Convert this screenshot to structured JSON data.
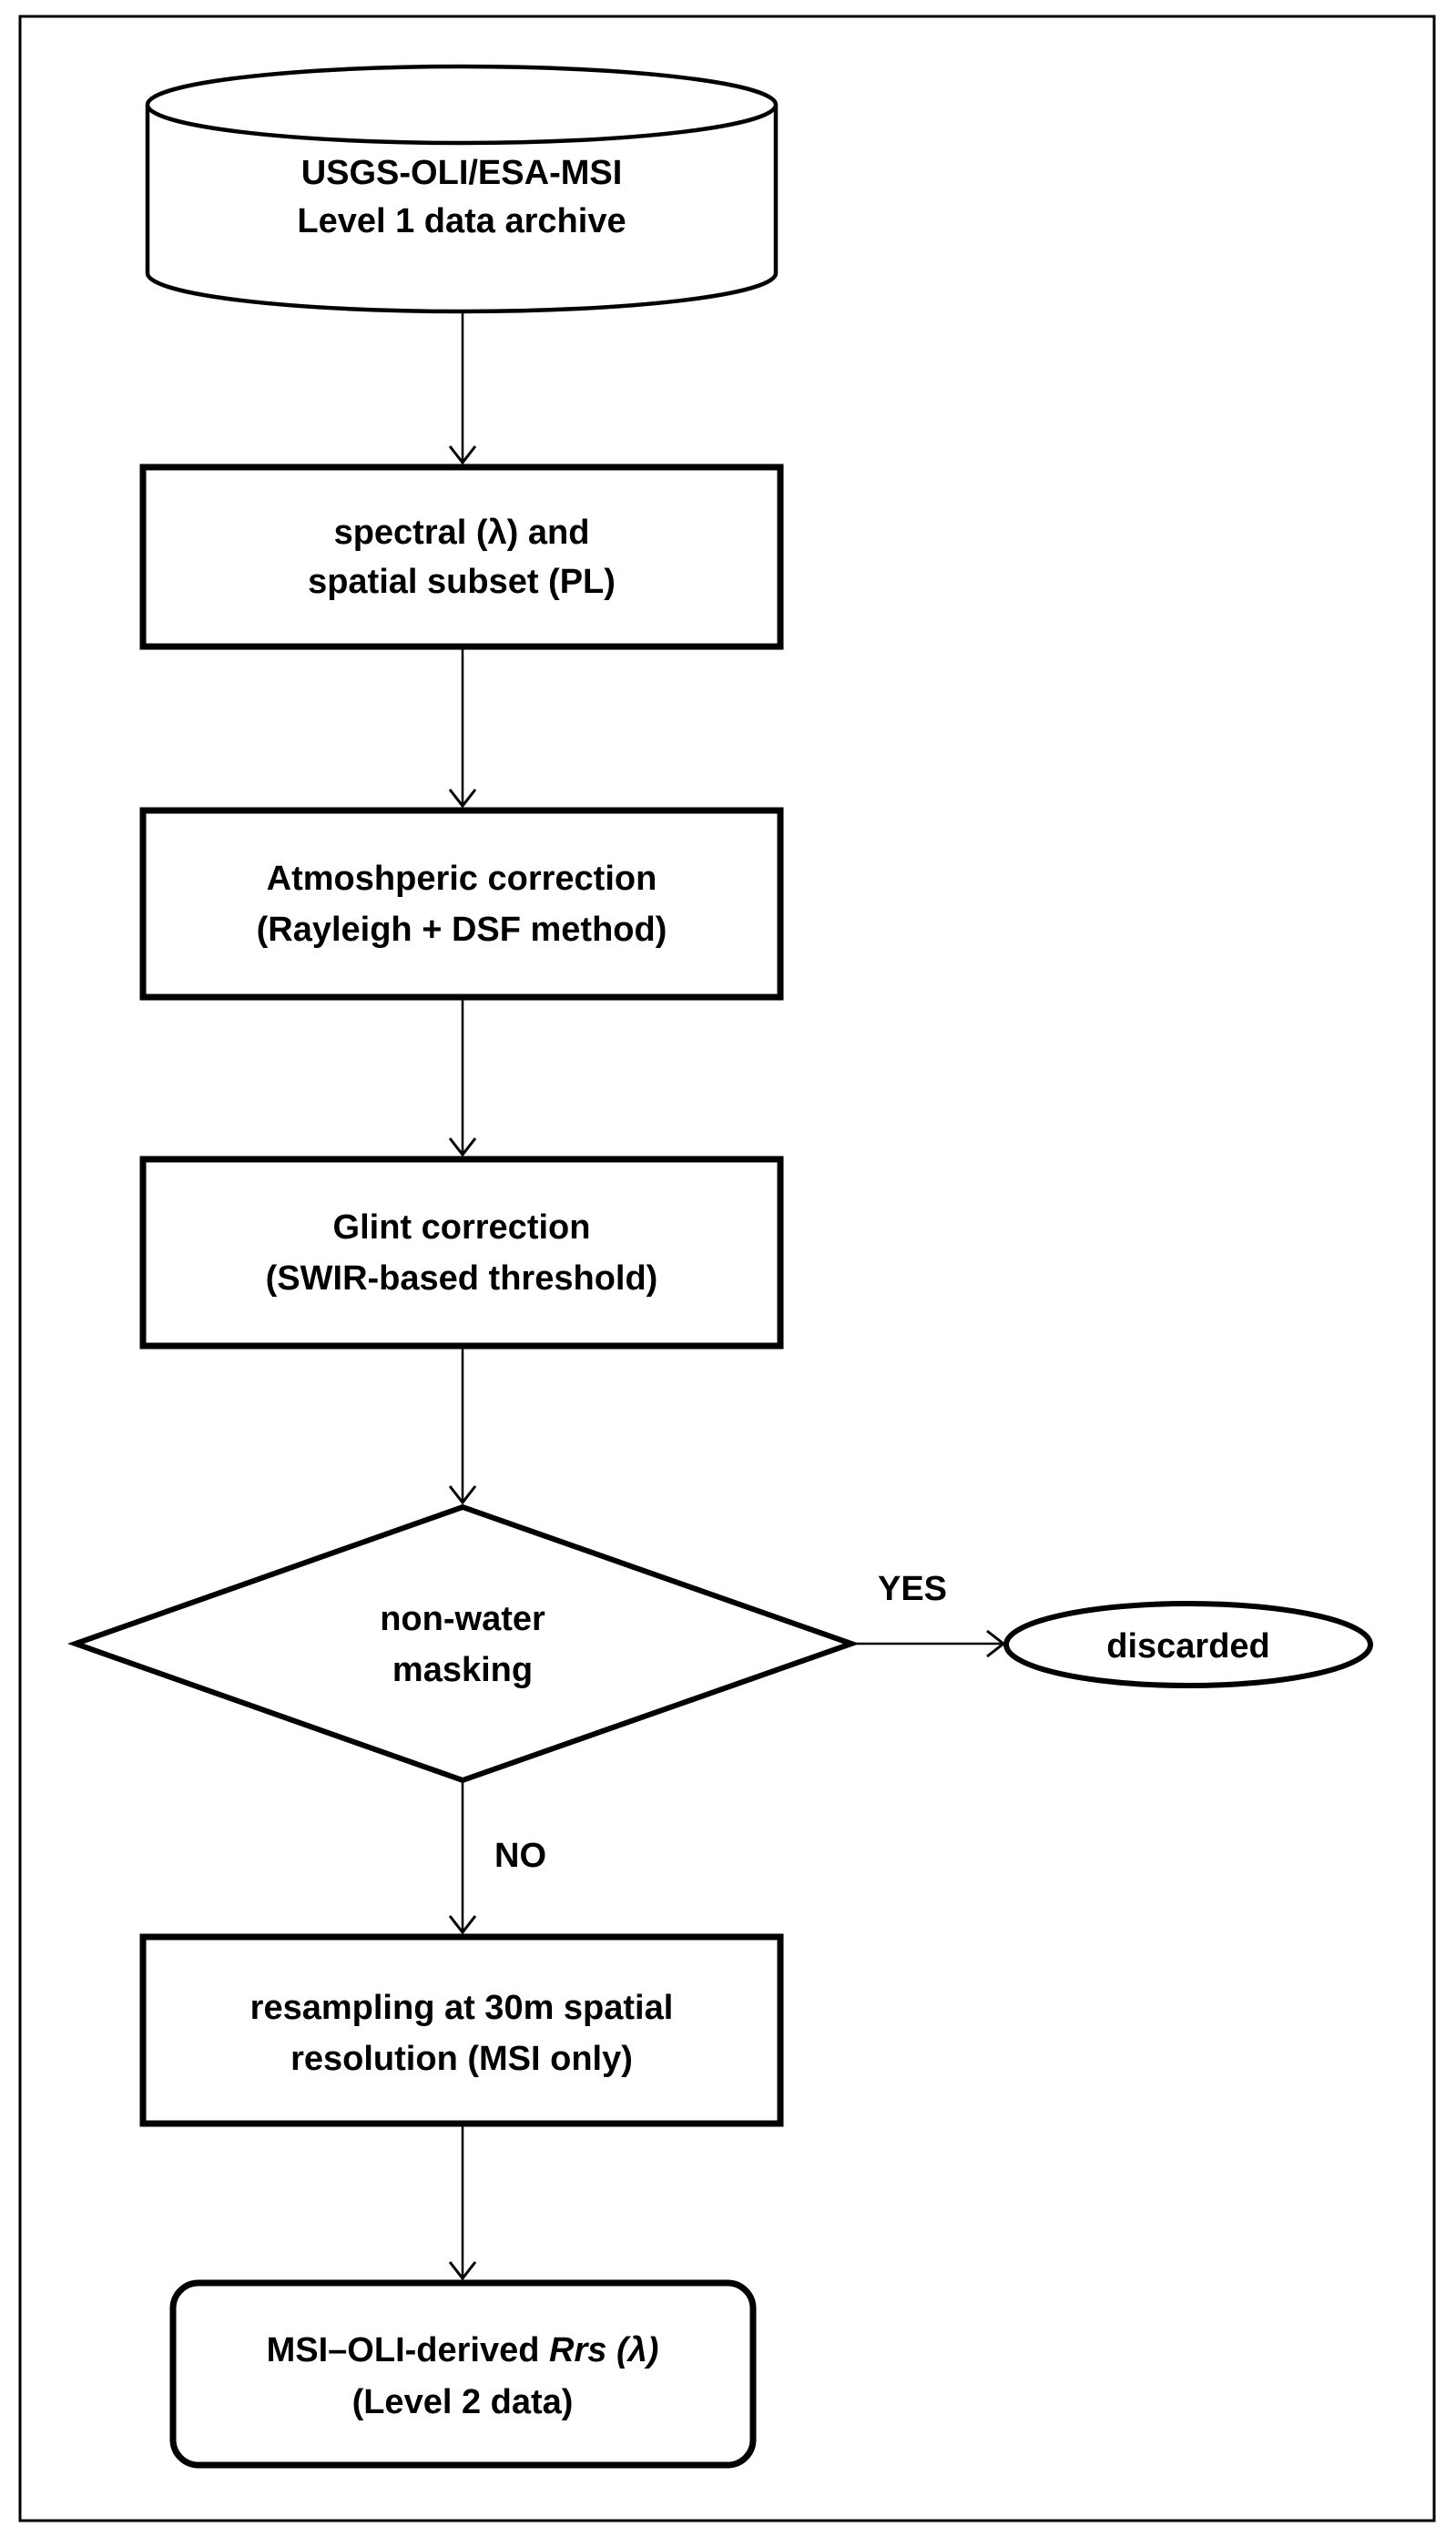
{
  "diagram": {
    "colors": {
      "stroke": "#000000",
      "fill": "#ffffff",
      "text": "#000000"
    },
    "nodes": {
      "archive": {
        "shape": "cylinder",
        "line1": "USGS-OLI/ESA-MSI",
        "line2": "Level 1 data archive"
      },
      "subset": {
        "shape": "rectangle",
        "line1": "spectral (λ) and",
        "line2": "spatial subset (PL)"
      },
      "atmospheric": {
        "shape": "rectangle",
        "line1": "Atmoshperic correction",
        "line2": "(Rayleigh + DSF method)"
      },
      "glint": {
        "shape": "rectangle",
        "line1": "Glint correction",
        "line2": "(SWIR-based  threshold)"
      },
      "masking": {
        "shape": "diamond",
        "line1": "non-water",
        "line2": "masking"
      },
      "discarded": {
        "shape": "ellipse",
        "label": "discarded"
      },
      "resampling": {
        "shape": "rectangle",
        "line1": "resampling at 30m spatial",
        "line2": "resolution (MSI only)"
      },
      "output": {
        "shape": "rounded-rectangle",
        "line1_prefix": "MSI–OLI-derived ",
        "line1_italic": "Rrs (λ)",
        "line2": "(Level 2 data)"
      }
    },
    "edges": [
      {
        "from": "archive",
        "to": "subset"
      },
      {
        "from": "subset",
        "to": "atmospheric"
      },
      {
        "from": "atmospheric",
        "to": "glint"
      },
      {
        "from": "glint",
        "to": "masking"
      },
      {
        "from": "masking",
        "to": "discarded",
        "label": "YES"
      },
      {
        "from": "masking",
        "to": "resampling",
        "label": "NO"
      },
      {
        "from": "resampling",
        "to": "output"
      }
    ]
  }
}
